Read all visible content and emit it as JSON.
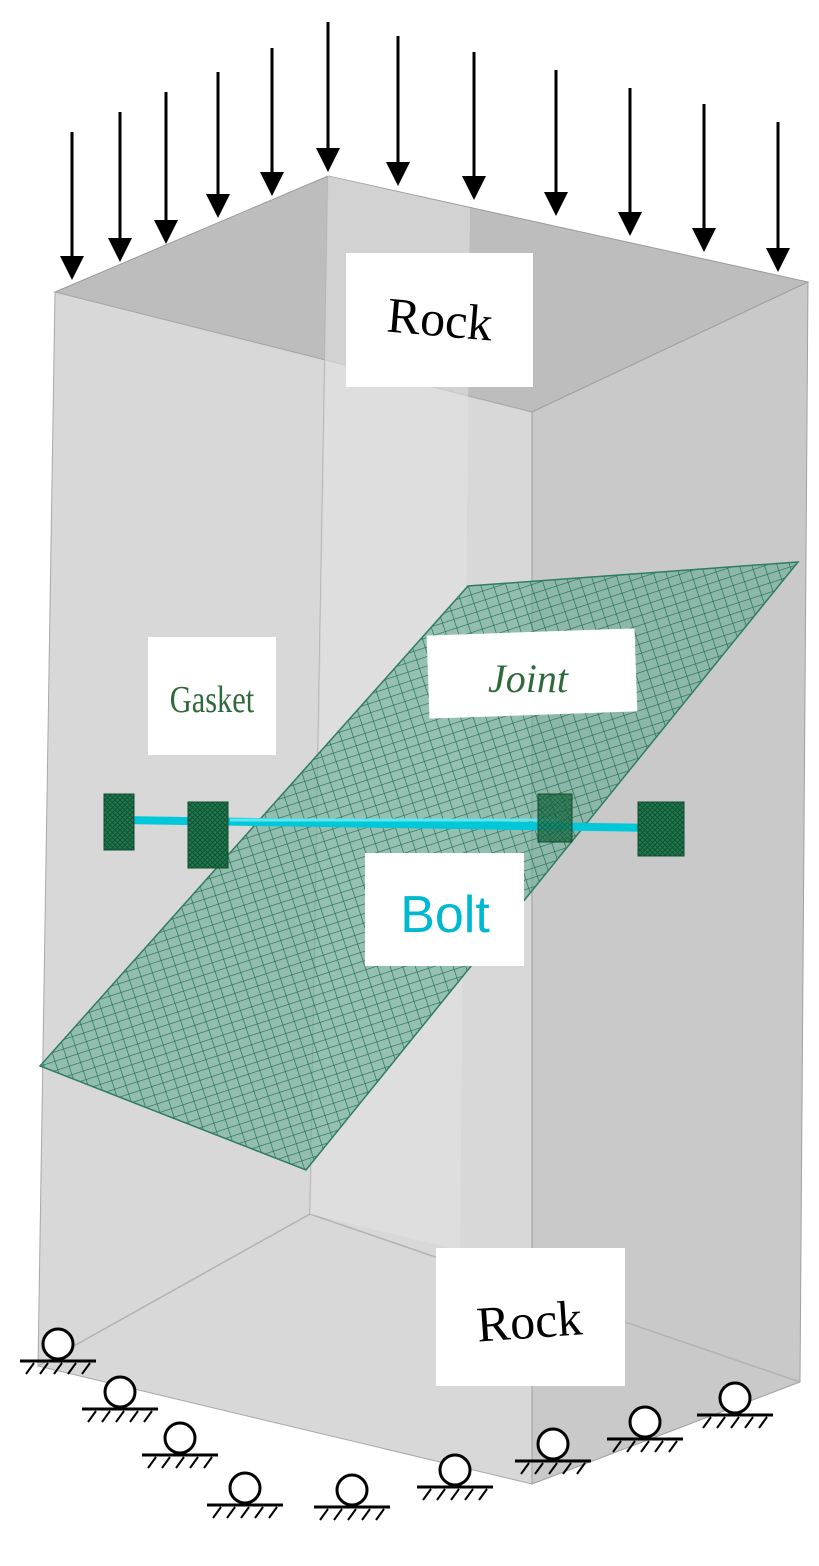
{
  "labels": {
    "rock_top": "Rock",
    "rock_bottom": "Rock",
    "gasket": "Gasket",
    "joint": "Joint",
    "bolt": "Bolt"
  },
  "colors": {
    "rock": "#cdcdcd",
    "joint_mesh": "#2e8b6a",
    "gasket": "#1f7a4e",
    "bolt": "#00c8d8",
    "gasket_label": "#2f6a3a",
    "joint_label": "#2f6a3a",
    "bolt_label": "#00b8d0",
    "load_arrow": "#000000"
  },
  "icons": {
    "load": "down-arrow-icon",
    "support": "roller-support-icon"
  }
}
